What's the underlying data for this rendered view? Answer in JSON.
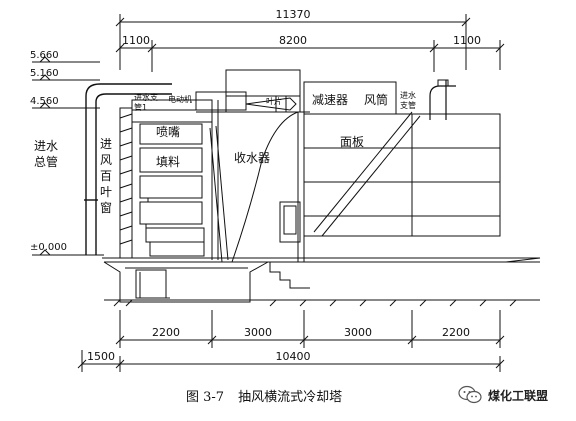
{
  "dims": {
    "total_width": "11370",
    "top_left": "1100",
    "top_mid": "8200",
    "top_right": "1100",
    "bottom_1": "2200",
    "bottom_2": "3000",
    "bottom_3": "3000",
    "bottom_4": "2200",
    "bottom_left": "1500",
    "bottom_total": "10400"
  },
  "levels": {
    "l1": "5.660",
    "l2": "5.160",
    "l3": "4.560",
    "l0": "±0.000"
  },
  "labels": {
    "inlet_main_pipe_1": "进水",
    "inlet_main_pipe_2": "总管",
    "louver_1": "进",
    "louver_2": "风",
    "louver_3": "百",
    "louver_4": "叶",
    "louver_5": "窗",
    "branch_pipe_1": "进水支",
    "branch_pipe_2": "管1",
    "motor": "电动机",
    "fan_blade": "叶片",
    "reducer": "减速器",
    "fan_stack": "风筒",
    "branch_pipe_r1": "进水",
    "branch_pipe_r2": "支管",
    "nozzle": "喷嘴",
    "fill": "填料",
    "eliminator": "收水器",
    "panel": "面板"
  },
  "caption": {
    "number": "图 3-7",
    "title": "抽风横流式冷却塔"
  },
  "watermark": "煤化工联盟"
}
